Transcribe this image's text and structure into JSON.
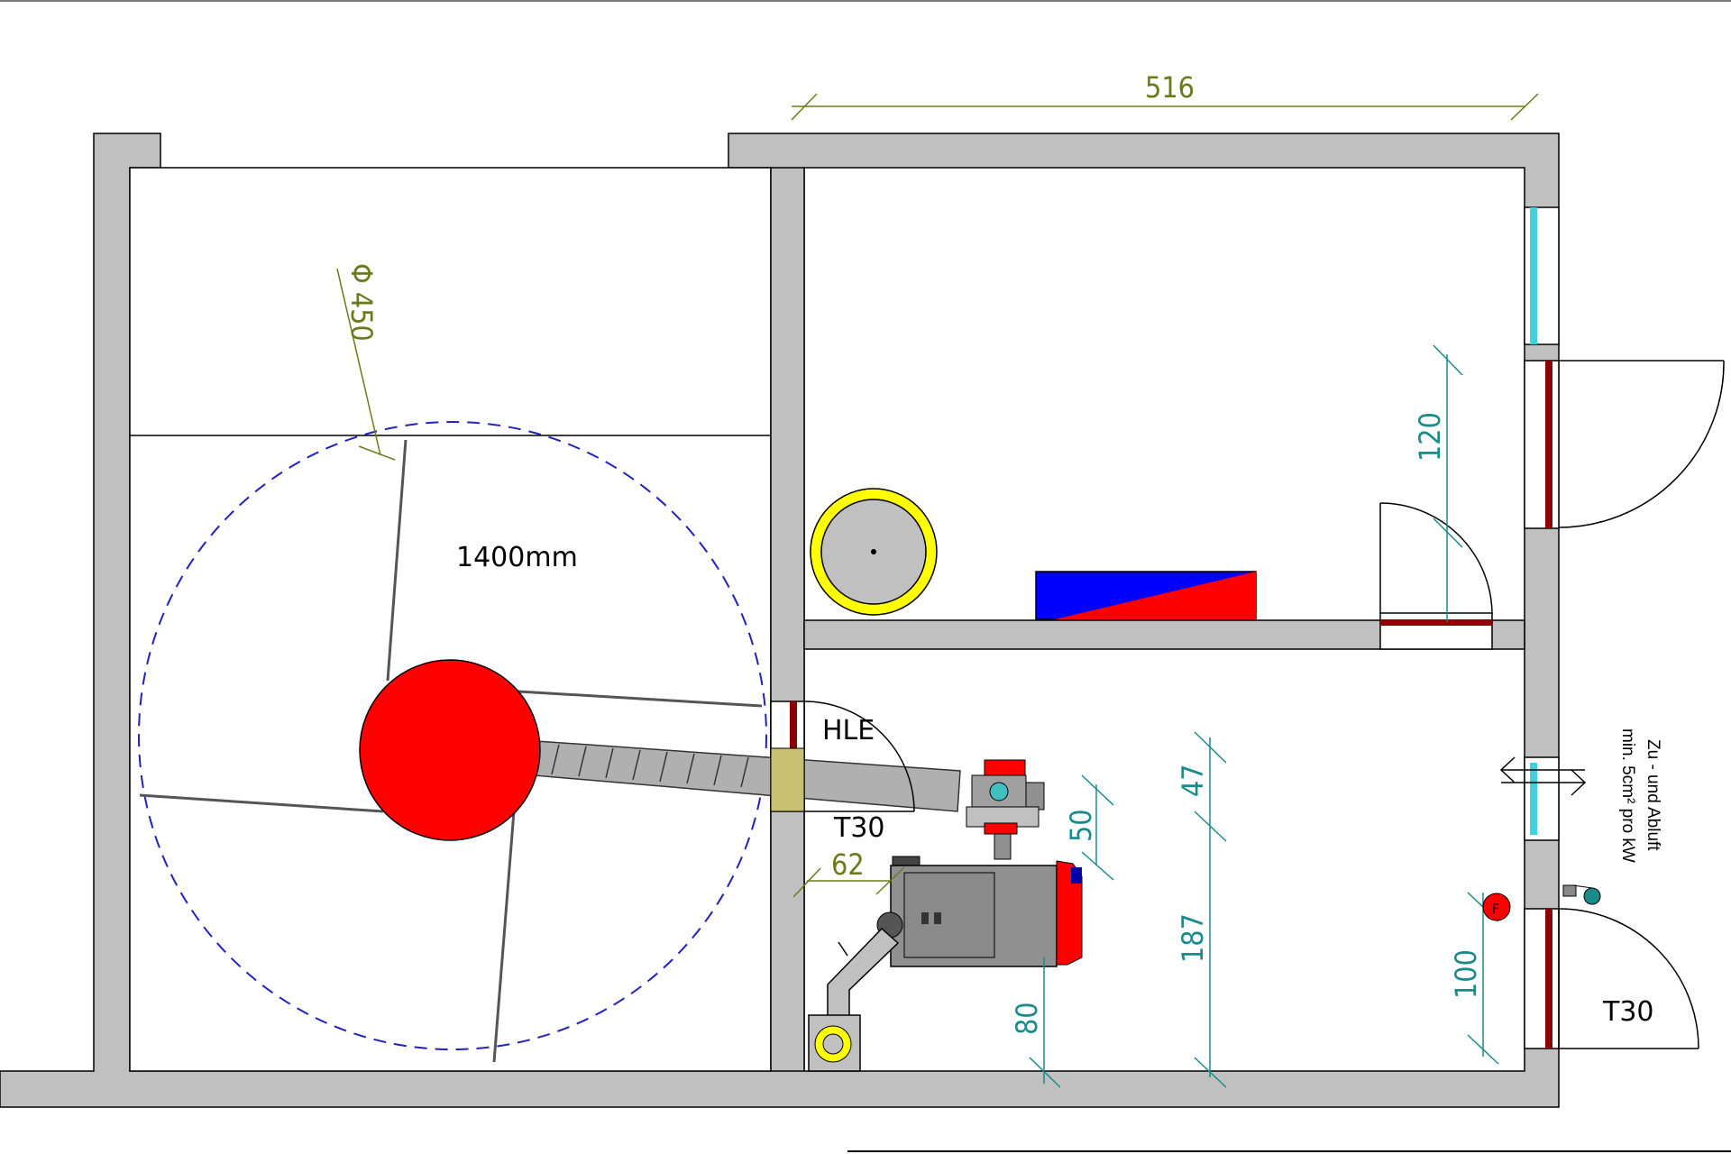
{
  "colors": {
    "wall": "#c0c0c0",
    "dim_green": "#6b7a1a",
    "dim_teal": "#1a8a8a",
    "circle_blue": "#2222bb",
    "red": "#ff0000",
    "door_frame": "#8b0000",
    "window": "#40d0e0",
    "tank_yellow": "#ffff00",
    "tank_blue": "#0000ff"
  },
  "dimensions": {
    "room_width": "516",
    "auger_diameter": "Φ 450",
    "door_height": "120",
    "boiler_clearance_side": "62",
    "boiler_offset": "50",
    "boiler_gap": "47",
    "room_depth": "187",
    "floor_clearance": "80",
    "extinguisher_height": "100"
  },
  "labels": {
    "sweep_diameter": "1400mm",
    "hle": "HLE",
    "fire_door_inner": "T30",
    "fire_door_outer": "T30",
    "extinguisher": "F"
  },
  "notes": {
    "ventilation_line1": "Zu - und Abluft",
    "ventilation_line2": "min. 5cm² pro kW"
  }
}
